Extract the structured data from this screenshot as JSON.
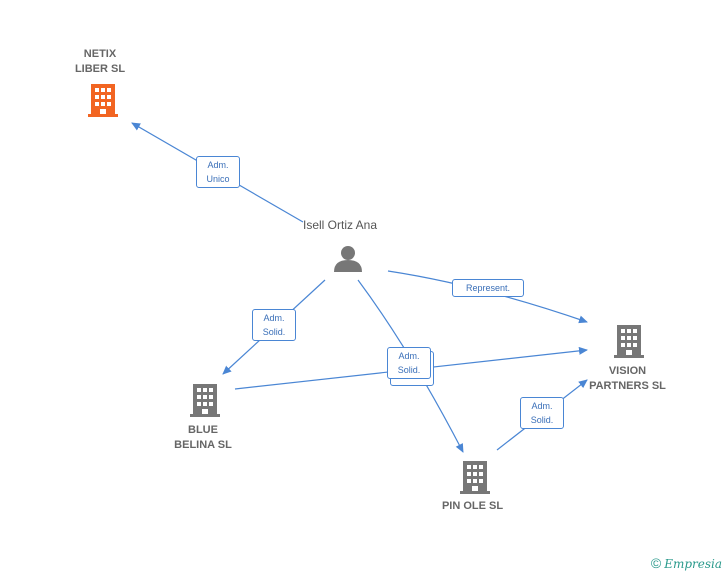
{
  "nodes": {
    "netix": {
      "label": "NETIX\nLIBER  SL",
      "color": "#f26522"
    },
    "person": {
      "label": "Isell Ortiz Ana"
    },
    "vision": {
      "label": "VISION\nPARTNERS SL"
    },
    "blue": {
      "label": "BLUE\nBELINA  SL"
    },
    "pinole": {
      "label": "PIN OLE  SL"
    }
  },
  "edges": {
    "adm_unico": "Adm.\nUnico",
    "represent": "Represent.",
    "adm_solid_blue": "Adm.\nSolid.",
    "adm_solid_center": "Adm.\nSolid.",
    "adm_solid_pinole": "Adm.\nSolid."
  },
  "colors": {
    "edge": "#4a86d4",
    "building": "#777777",
    "building_highlight": "#f26522"
  },
  "footer": {
    "copyright": "©",
    "brand": "Empresia"
  }
}
